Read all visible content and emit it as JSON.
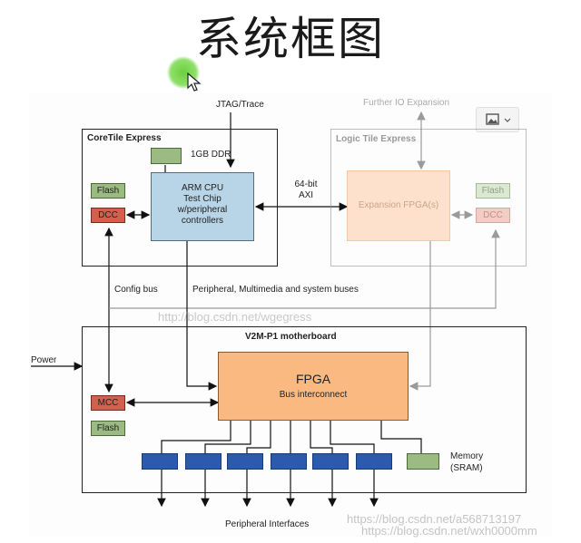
{
  "title": "系统框图",
  "labels": {
    "jtag": "JTAG/Trace",
    "further_io": "Further IO Expansion",
    "coretile": "CoreTile Express",
    "logic_tile": "Logic Tile Express",
    "ddr": "1GB DDR",
    "arm_cpu": [
      "ARM CPU",
      "Test Chip",
      "w/peripheral",
      "controllers"
    ],
    "axi": [
      "64-bit",
      "AXI"
    ],
    "expansion_fpga": "Expansion FPGA(s)",
    "flash_left": "Flash",
    "dcc_left": "DCC",
    "flash_right": "Flash",
    "dcc_right": "DCC",
    "config_bus": "Config bus",
    "peripheral_buses": "Peripheral, Multimedia and system buses",
    "motherboard": "V2M-P1 motherboard",
    "power": "Power",
    "fpga": "FPGA",
    "bus_interconnect": "Bus interconnect",
    "mcc": "MCC",
    "flash_mb": "Flash",
    "memory": [
      "Memory",
      "(SRAM)"
    ],
    "peripheral_interfaces": "Peripheral Interfaces"
  },
  "watermarks": {
    "center": "http://blog.csdn.net/wgegress",
    "bottom_right_1": "https://blog.csdn.net/a568713197",
    "bottom_right_2": "https://blog.csdn.net/wxh0000mm"
  },
  "colors": {
    "green": "#9bbb82",
    "red": "#d35f4f",
    "blue_chip": "#b7d5e6",
    "orange_fpga": "#f9b981",
    "blue_port": "#2c5bad"
  }
}
